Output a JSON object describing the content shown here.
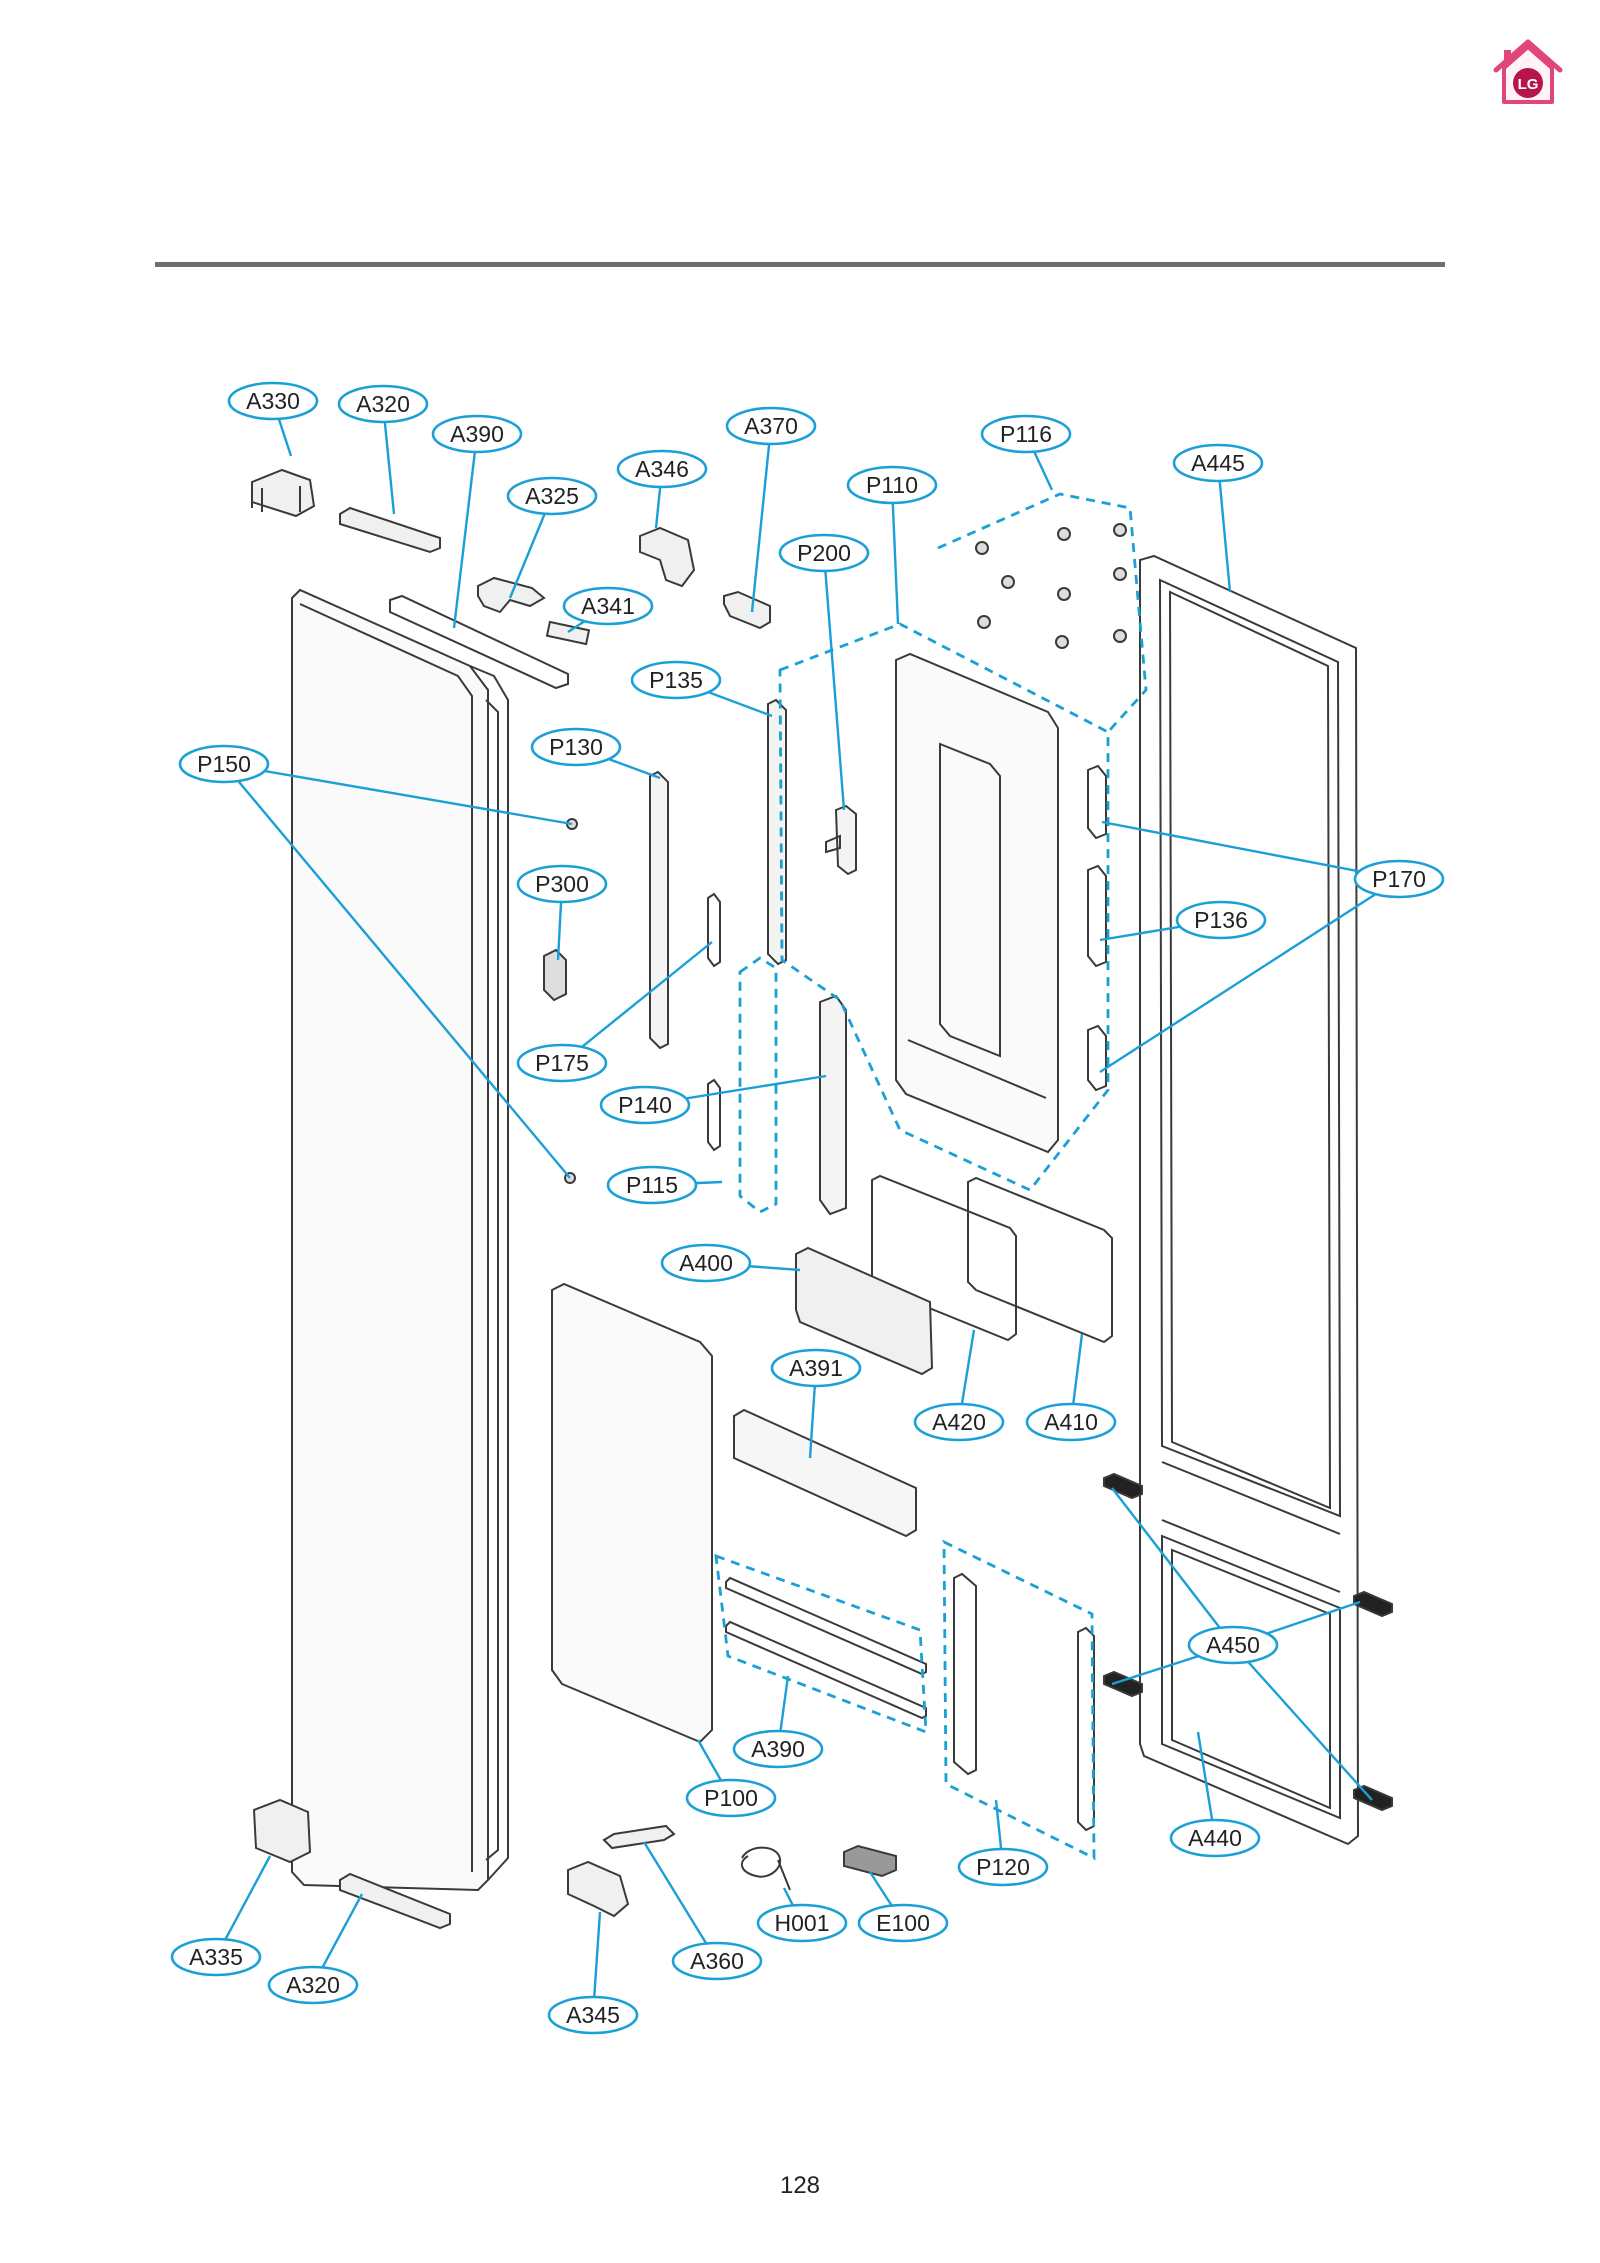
{
  "page_number": "128",
  "colors": {
    "callout": "#1aa0d6",
    "outline": "#3a3a3a",
    "rule": "#6e6e6e",
    "logo_house": "#e0457b",
    "logo_circle": "#b5154b"
  },
  "logo": {
    "icon": "lg-home-icon"
  },
  "callouts": [
    {
      "id": "A330"
    },
    {
      "id": "A320"
    },
    {
      "id": "A390"
    },
    {
      "id": "A370"
    },
    {
      "id": "A346"
    },
    {
      "id": "A325"
    },
    {
      "id": "P116"
    },
    {
      "id": "A445"
    },
    {
      "id": "P110"
    },
    {
      "id": "P200"
    },
    {
      "id": "A341"
    },
    {
      "id": "P135"
    },
    {
      "id": "P150"
    },
    {
      "id": "P130"
    },
    {
      "id": "P300"
    },
    {
      "id": "P170"
    },
    {
      "id": "P136"
    },
    {
      "id": "P175"
    },
    {
      "id": "P140"
    },
    {
      "id": "P115"
    },
    {
      "id": "A400"
    },
    {
      "id": "A391"
    },
    {
      "id": "A420"
    },
    {
      "id": "A410"
    },
    {
      "id": "A450"
    },
    {
      "id": "A390"
    },
    {
      "id": "P100"
    },
    {
      "id": "A440"
    },
    {
      "id": "P120"
    },
    {
      "id": "H001"
    },
    {
      "id": "E100"
    },
    {
      "id": "A335"
    },
    {
      "id": "A320"
    },
    {
      "id": "A360"
    },
    {
      "id": "A345"
    }
  ]
}
